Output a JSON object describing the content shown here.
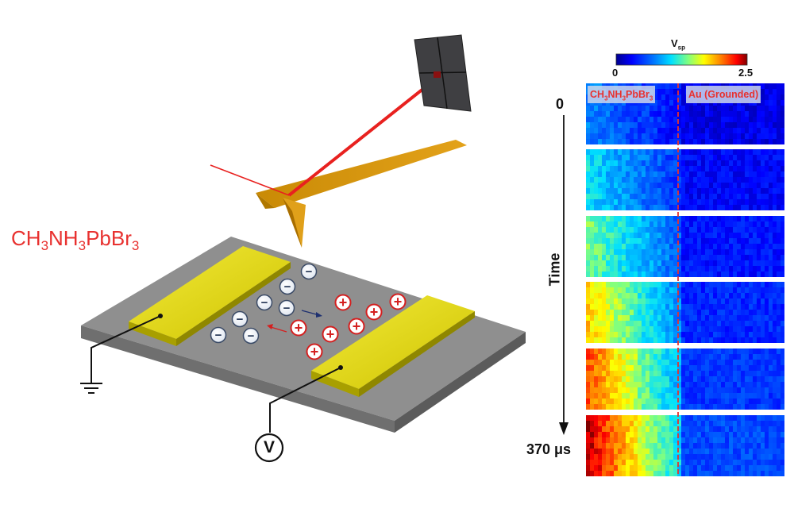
{
  "material_label": {
    "prefix": "CH",
    "s1": "3",
    "m1": "NH",
    "s2": "3",
    "m2": "PbBr",
    "s3": "3"
  },
  "colorbar": {
    "symbol": "V",
    "subscript": "sp",
    "min": "0",
    "max": "2.5",
    "colors": [
      "#00008f",
      "#0040ff",
      "#00c0ff",
      "#80ff80",
      "#ffff00",
      "#ff8000",
      "#d00000",
      "#800000"
    ]
  },
  "time_axis": {
    "start": "0",
    "end": "370 μs",
    "label": "Time"
  },
  "region_labels": {
    "perovskite": {
      "prefix": "CH",
      "s1": "3",
      "m1": "NH",
      "s2": "3",
      "m2": "PbBr",
      "s3": "3"
    },
    "gold": "Au (Grounded)"
  },
  "voltmeter": "V",
  "ions": {
    "negative": "−",
    "positive": "+"
  },
  "panels_count": 6,
  "colors": {
    "laser": "#e8211f",
    "electrode": "#d9d000",
    "substrate": "#8f8f8f",
    "cantilever": "#d9950b",
    "interface_line": "#e8312f",
    "negative_ion": "#1e3050",
    "positive_ion": "#d42020"
  }
}
